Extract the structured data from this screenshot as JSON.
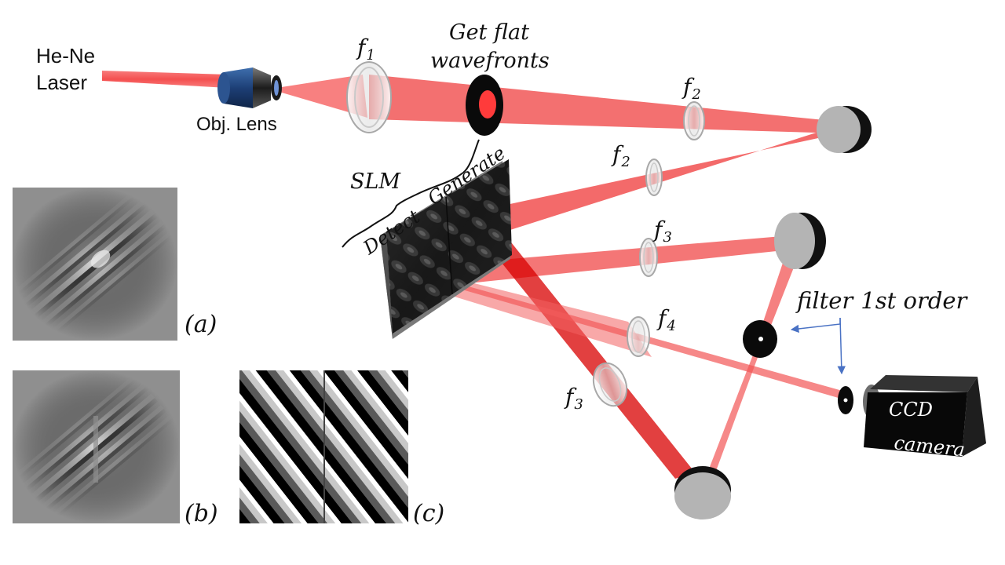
{
  "labels": {
    "laser_line1": "He-Ne",
    "laser_line2": "Laser",
    "obj_lens": "Obj. Lens",
    "flat_line1": "Get flat",
    "flat_line2": "wavefronts",
    "slm": "SLM",
    "detect": "Detect",
    "generate": "Generate",
    "filter": "filter",
    "filter_order": "1st order",
    "ccd_line1": "CCD",
    "ccd_line2": "camera"
  },
  "lenses": {
    "f": "f",
    "sub1": "1",
    "sub2": "2",
    "sub3": "3",
    "sub4": "4"
  },
  "panels": {
    "a": "(a)",
    "b": "(b)",
    "c": "(c)"
  },
  "colors": {
    "beam": "#f23b3b",
    "beam_dark": "#d90000",
    "mirror": "#b4b4b4",
    "annotation_arrow": "#4a72c4"
  }
}
